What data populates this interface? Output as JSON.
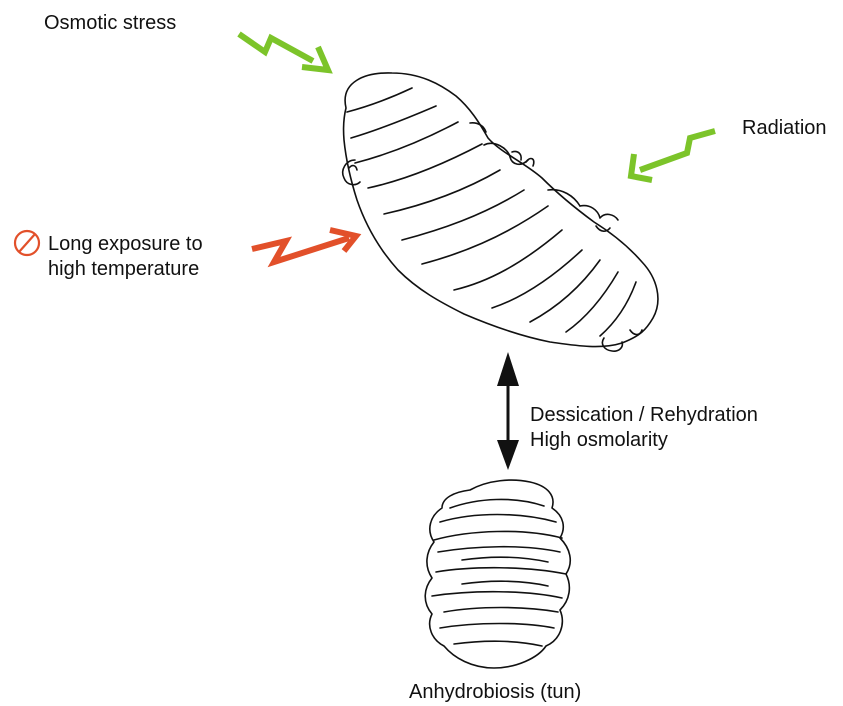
{
  "stressors": {
    "osmotic": "Osmotic stress",
    "radiation": "Radiation",
    "heat_line1": "Long exposure to",
    "heat_line2": "high temperature"
  },
  "transition": {
    "line1": "Dessication / Rehydration",
    "line2": "High osmolarity"
  },
  "tun_label": "Anhydrobiosis (tun)",
  "colors": {
    "tolerated_arrow": "#7cc42a",
    "lethal_arrow": "#e2502a",
    "line_art": "#111111"
  },
  "icons": {
    "tolerated": "lightning-arrow-icon",
    "lethal": "lightning-arrow-icon",
    "prohibited": "no-symbol-icon"
  }
}
